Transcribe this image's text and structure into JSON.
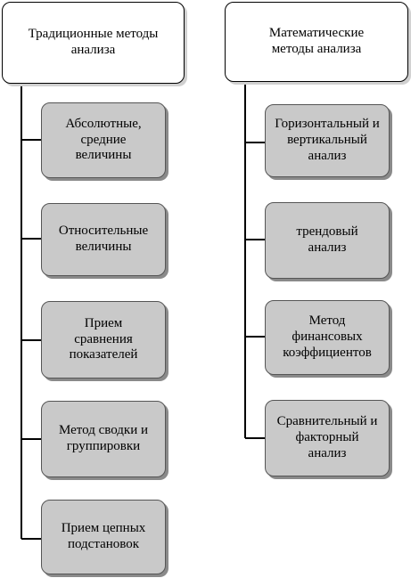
{
  "left_column": {
    "header": "Традиционные методы\nанализа",
    "items": [
      "Абсолютные,\nсредние\nвеличины",
      "Относительные\nвеличины",
      "Прием\nсравнения\nпоказателей",
      "Метод сводки и\nгруппировки",
      "Прием цепных\nподстановок"
    ]
  },
  "right_column": {
    "header": "Математические\nметоды анализа",
    "items": [
      "Горизонтальный и\nвертикальный анализ",
      "трендовый\nанализ",
      "Метод\nфинансовых\nкоэффициентов",
      "Сравнительный и\nфакторный\nанализ"
    ]
  },
  "colors": {
    "item_fill": "#c9c9c9",
    "header_fill": "#ffffff",
    "line": "#000000"
  }
}
